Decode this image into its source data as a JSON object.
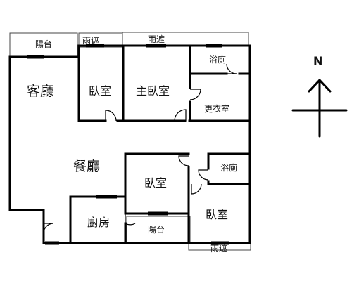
{
  "rooms": {
    "living_room": "客廳",
    "dining_room": "餐廳",
    "bedroom_top": "臥室",
    "master_bedroom": "主臥室",
    "bath_top": "浴廁",
    "closet": "更衣室",
    "bedroom_center": "臥室",
    "bath_right": "浴廁",
    "bedroom_bottom_right": "臥室",
    "kitchen": "廚房",
    "balcony_bottom": "陽台"
  },
  "exterior": {
    "balcony_top": "陽台",
    "canopy_top_left": "雨遮",
    "canopy_top_right": "雨遮",
    "canopy_bottom": "雨遮"
  },
  "compass": {
    "label": "N"
  }
}
